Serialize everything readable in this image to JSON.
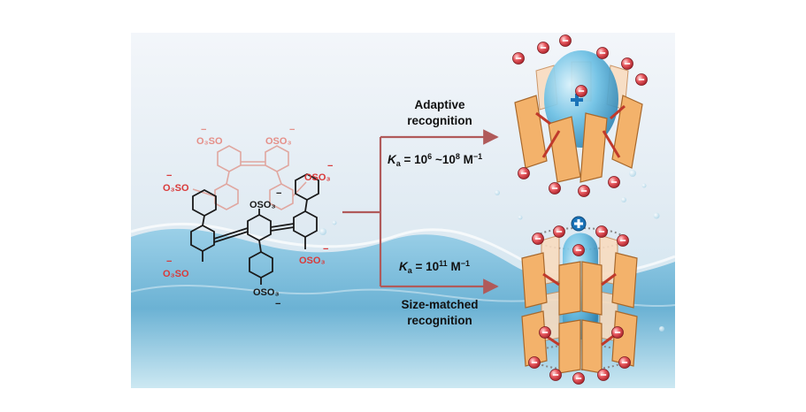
{
  "colors": {
    "sky_top": "#eef3f8",
    "sky_bottom": "#c9e3ef",
    "water_dark": "#5aa9cf",
    "water_light": "#bfe4f1",
    "arrow": "#b05a5a",
    "panel": "#f3b26b",
    "panel_stroke": "#a8682b",
    "sulfonate": "#e0474f",
    "host_ink": "#1a1a1a",
    "host_faded": "#e0a7a0",
    "sulfonate_text": "#d93a3a",
    "guest_blue": "#4aa8d6",
    "plus_blue": "#1a73b8"
  },
  "labels": {
    "adaptive_line1": "Adaptive",
    "adaptive_line2": "recognition",
    "ka_top_prefix": "K",
    "ka_top_sub": "a",
    "ka_top_eq": " = 10",
    "ka_top_exp1": "6",
    "ka_top_tilde": " ~10",
    "ka_top_exp2": "8",
    "ka_top_unit": " M",
    "ka_top_unit_exp": "−1",
    "ka_bottom_prefix": "K",
    "ka_bottom_sub": "a",
    "ka_bottom_eq": " = 10",
    "ka_bottom_exp": "11",
    "ka_bottom_unit": " M",
    "ka_bottom_unit_exp": "−1",
    "size_line1": "Size-matched",
    "size_line2": "recognition"
  },
  "molecule": {
    "groups": [
      {
        "text": "O₃SO",
        "charge": "−"
      },
      {
        "text": "OSO₃",
        "charge": "−"
      },
      {
        "text": "O₃SO",
        "charge": "−"
      },
      {
        "text": "OSO₃",
        "charge": "−"
      },
      {
        "text": "O₃SO",
        "charge": "−"
      },
      {
        "text": "OSO₃",
        "charge": "−"
      },
      {
        "text": "OSO₃",
        "charge": "−"
      },
      {
        "text": "OSO₃",
        "charge": "−"
      }
    ]
  },
  "icons": {
    "guest_top": "ellipsoid-guest-icon",
    "guest_bottom": "capsule-guest-icon",
    "plus": "plus-charge-icon",
    "minus": "minus-charge-icon"
  }
}
